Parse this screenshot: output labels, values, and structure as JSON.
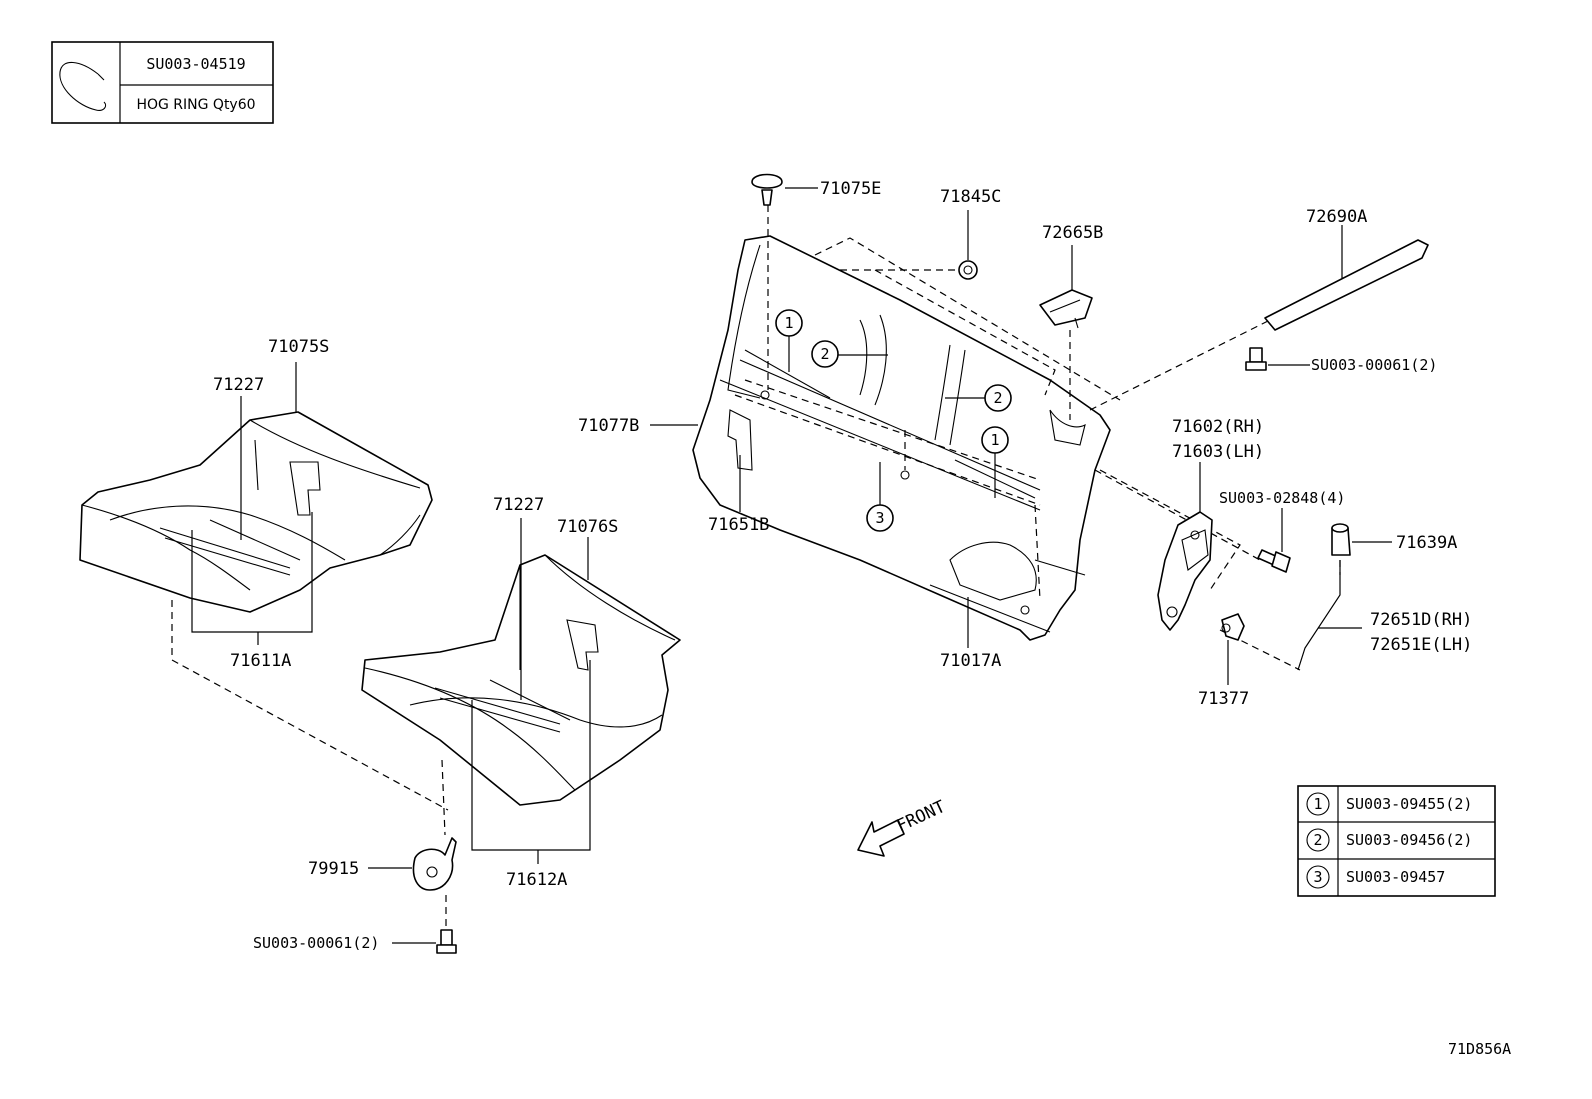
{
  "hog_ring_box": {
    "code": "SU003-04519",
    "desc": "HOG RING Qty60"
  },
  "labels": {
    "p71075E": "71075E",
    "p71845C": "71845C",
    "p72665B": "72665B",
    "p72690A": "72690A",
    "su00061_top": "SU003-00061(2)",
    "p71602": "71602(RH)",
    "p71603": "71603(LH)",
    "su02848": "SU003-02848(4)",
    "p71639A": "71639A",
    "p72651D": "72651D(RH)",
    "p72651E": "72651E(LH)",
    "p71377": "71377",
    "p71017A": "71017A",
    "p71651B": "71651B",
    "p71077B": "71077B",
    "p71075S": "71075S",
    "p71227_a": "71227",
    "p71611A": "71611A",
    "p71227_b": "71227",
    "p71076S": "71076S",
    "p71612A": "71612A",
    "p79915": "79915",
    "su00061_bottom": "SU003-00061(2)",
    "front": "FRONT",
    "diagram_code": "71D856A"
  },
  "callouts": {
    "c1": "1",
    "c2": "2",
    "c3": "3"
  },
  "legend": [
    {
      "num": "1",
      "code": "SU003-09455(2)"
    },
    {
      "num": "2",
      "code": "SU003-09456(2)"
    },
    {
      "num": "3",
      "code": "SU003-09457"
    }
  ]
}
